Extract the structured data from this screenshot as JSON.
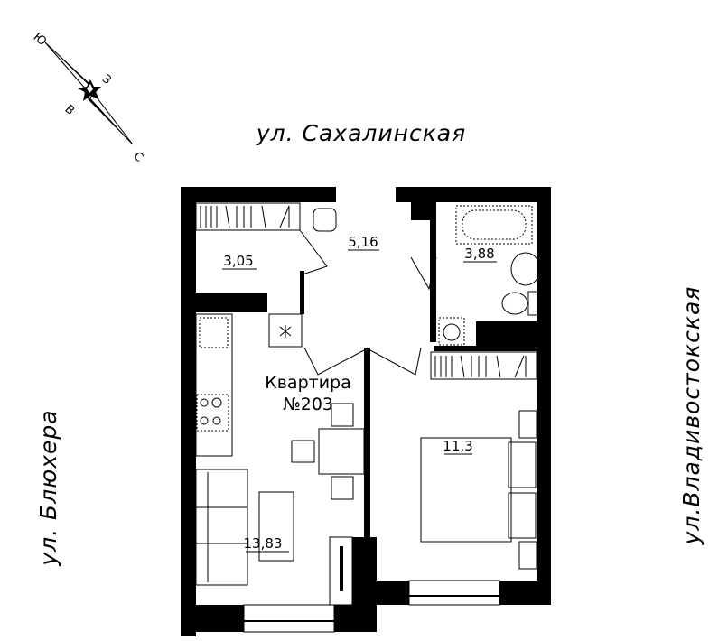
{
  "streets": {
    "top": "ул. Сахалинская",
    "left": "ул. Блюхера",
    "right": "ул.Владивостокская"
  },
  "compass": {
    "south": "Ю",
    "west": "З",
    "east": "В",
    "north": "С"
  },
  "apartment": {
    "label": "Квартира",
    "number": "№203"
  },
  "rooms": {
    "storage": "3,05",
    "hall": "5,16",
    "bathroom": "3,88",
    "bedroom": "11,3",
    "living_kitchen": "13,83"
  }
}
